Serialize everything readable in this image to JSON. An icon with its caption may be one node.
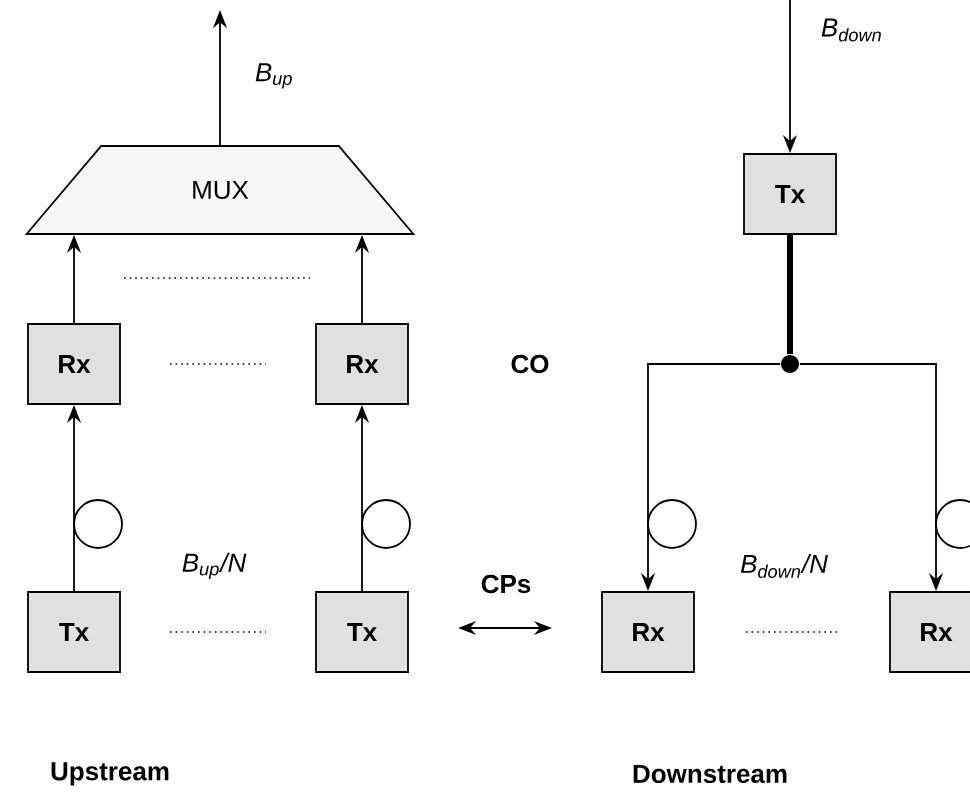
{
  "diagram": {
    "nodes": [
      {
        "text": [
          "MUX"
        ]
      },
      {
        "text": [
          "Rx"
        ]
      },
      {
        "text": [
          "Rx"
        ]
      },
      {
        "text": [
          "Tx"
        ]
      },
      {
        "text": [
          "Tx"
        ]
      },
      {
        "text": [
          "Tx"
        ]
      },
      {
        "text": [],
        "shape": "circle"
      },
      {
        "text": [
          "Rx"
        ]
      },
      {
        "text": [
          "Rx"
        ]
      }
    ],
    "edges": [
      {
        "from": 0,
        "to": null,
        "arrow": "to",
        "label": "B$_{up}$"
      },
      {
        "from": 1,
        "to": 0,
        "arrow": "to"
      },
      {
        "from": 2,
        "to": 0,
        "arrow": "to"
      },
      {
        "from": 3,
        "to": 1,
        "arrow": "to"
      },
      {
        "from": 4,
        "to": 2,
        "arrow": "to"
      },
      {
        "from": null,
        "to": 5,
        "arrow": "to",
        "label": "B$_{down}$"
      },
      {
        "from": 5,
        "to": 6,
        "arrow": "none",
        "style": "thick"
      },
      {
        "from": 6,
        "to": 7,
        "arrow": "to"
      },
      {
        "from": 6,
        "to": 8,
        "arrow": "to"
      }
    ],
    "labels": [
      "CO",
      "CPs",
      "B$_{up}$/N",
      "B$_{down}$/N",
      "Upstream",
      "Downstream"
    ]
  }
}
